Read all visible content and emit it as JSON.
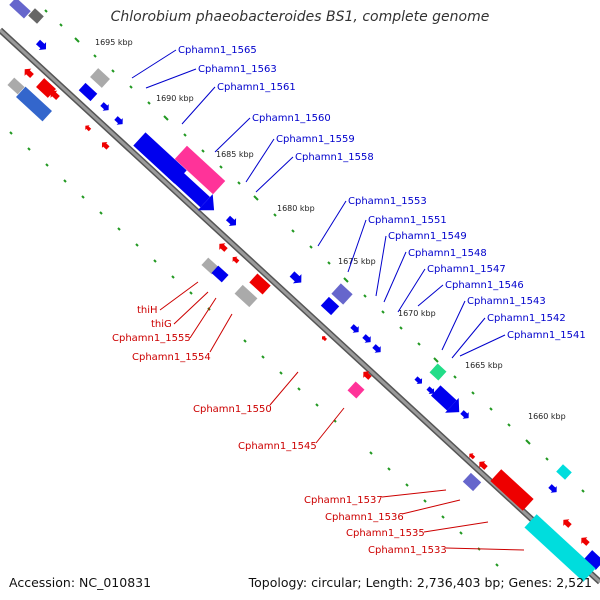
{
  "title": "Chlorobium phaeobacteroides BS1, complete genome",
  "accession": "Accession: NC_010831",
  "topology": "Topology: circular; Length: 2,736,403 bp; Genes: 2,521",
  "colors": {
    "forward_cds": "#0000ee",
    "reverse_cds": "#ee0000",
    "rna": "#ff3399",
    "pseudo": "#999999",
    "other": "#00dddd",
    "backbone": "#8a8a8a",
    "forward_label": "#0000cc",
    "reverse_label": "#cc0000",
    "tick": "#229922"
  },
  "kbp_labels": [
    "1695 kbp",
    "1690 kbp",
    "1685 kbp",
    "1680 kbp",
    "1675 kbp",
    "1670 kbp",
    "1665 kbp",
    "1660 kbp"
  ],
  "forward_labels": [
    "Cphamn1_1565",
    "Cphamn1_1563",
    "Cphamn1_1561",
    "Cphamn1_1560",
    "Cphamn1_1559",
    "Cphamn1_1558",
    "Cphamn1_1553",
    "Cphamn1_1551",
    "Cphamn1_1549",
    "Cphamn1_1548",
    "Cphamn1_1547",
    "Cphamn1_1546",
    "Cphamn1_1543",
    "Cphamn1_1542",
    "Cphamn1_1541"
  ],
  "reverse_labels": [
    "thiH",
    "thiG",
    "Cphamn1_1555",
    "Cphamn1_1554",
    "Cphamn1_1550",
    "Cphamn1_1545",
    "Cphamn1_1537",
    "Cphamn1_1536",
    "Cphamn1_1535",
    "Cphamn1_1533"
  ]
}
